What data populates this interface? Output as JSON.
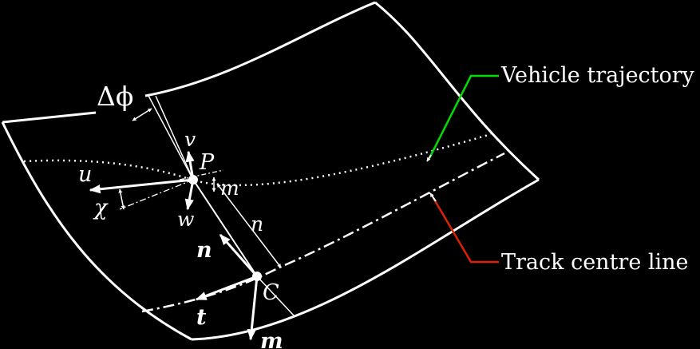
{
  "colors": {
    "background": "#000000",
    "stroke": "#ffffff",
    "trajectory_callout": "#00dd00",
    "centreline_callout": "#dd2200"
  },
  "labels": {
    "delta_phi": "Δϕ",
    "v": "v",
    "P": "P",
    "u": "u",
    "m_small": "m",
    "chi": "χ",
    "w": "w",
    "n_small": "n",
    "n_vec": "n",
    "C": "C",
    "t_vec": "t",
    "m_vec": "m",
    "vehicle_trajectory": "Vehicle trajectory",
    "track_centre_line": "Track centre line"
  }
}
